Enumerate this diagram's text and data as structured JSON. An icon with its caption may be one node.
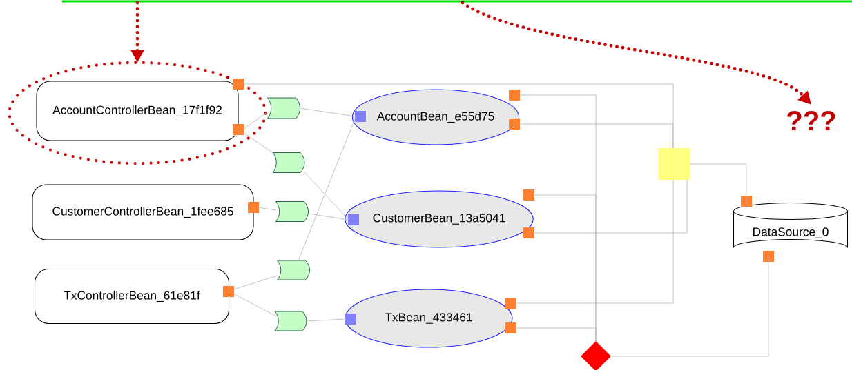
{
  "diagram": {
    "nodes": [
      {
        "text": [],
        "shape": "ellipse"
      },
      {
        "text": [
          "AccountControllerBean_17f1f92"
        ],
        "in": 0
      },
      {
        "text": [
          "CustomerControllerBean_1fee685"
        ]
      },
      {
        "text": [
          "TxControllerBean_61e81f"
        ]
      },
      {
        "text": [],
        "shape": "flag"
      },
      {
        "text": [],
        "shape": "flag"
      },
      {
        "text": [],
        "shape": "flag"
      },
      {
        "text": [],
        "shape": "flag"
      },
      {
        "text": [],
        "shape": "flag"
      },
      {
        "text": [
          "AccountBean_e55d75"
        ]
      },
      {
        "text": [
          "CustomerBean_13a5041"
        ]
      },
      {
        "text": [
          "TxBean_433461"
        ]
      },
      {
        "text": [],
        "shape": "box"
      },
      {
        "text": [],
        "shape": "diamond"
      },
      {
        "text": [
          "DataSource_0"
        ]
      },
      {
        "text": [
          "???"
        ]
      }
    ],
    "edges": [
      {
        "from": 1,
        "to": 4,
        "arrow": "none"
      },
      {
        "from": 4,
        "to": 9,
        "arrow": "none"
      },
      {
        "from": 1,
        "to": 5,
        "arrow": "none"
      },
      {
        "from": 5,
        "to": 10,
        "arrow": "none"
      },
      {
        "from": 2,
        "to": 6,
        "arrow": "none"
      },
      {
        "from": 6,
        "to": 10,
        "arrow": "none"
      },
      {
        "from": 3,
        "to": 7,
        "arrow": "none"
      },
      {
        "from": 7,
        "to": 9,
        "arrow": "none"
      },
      {
        "from": 3,
        "to": 8,
        "arrow": "none"
      },
      {
        "from": 8,
        "to": 11,
        "arrow": "none"
      },
      {
        "from": 1,
        "to": 12,
        "arrow": "none"
      },
      {
        "from": 9,
        "to": 12,
        "arrow": "none"
      },
      {
        "from": 10,
        "to": 12,
        "arrow": "none"
      },
      {
        "from": 11,
        "to": 12,
        "arrow": "none"
      },
      {
        "from": 12,
        "to": 14,
        "arrow": "none"
      },
      {
        "from": 9,
        "to": 13,
        "arrow": "none"
      },
      {
        "from": 10,
        "to": 13,
        "arrow": "none"
      },
      {
        "from": 11,
        "to": 13,
        "arrow": "none"
      },
      {
        "from": 13,
        "to": 14,
        "arrow": "none"
      },
      {
        "from": null,
        "to": 0,
        "arrow": "to",
        "style": "dashed",
        "color": "#cc0000"
      },
      {
        "from": null,
        "to": 15,
        "arrow": "to",
        "style": "dashed",
        "color": "#cc0000"
      }
    ]
  }
}
